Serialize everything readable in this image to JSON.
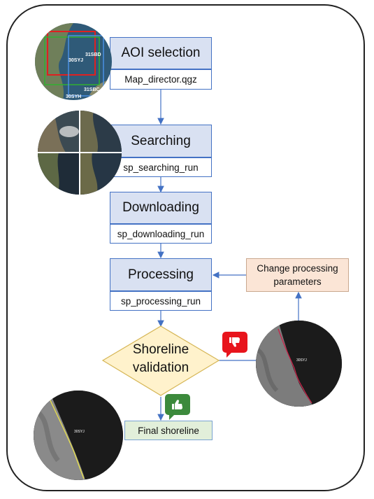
{
  "stages": {
    "aoi": {
      "label": "AOI selection",
      "cmd": "Map_director.qgz"
    },
    "searching": {
      "label": "Searching",
      "cmd": "sp_searching_run"
    },
    "downloading": {
      "label": "Downloading",
      "cmd": "sp_downloading_run"
    },
    "processing": {
      "label": "Processing",
      "cmd": "sp_processing_run"
    },
    "validation": {
      "label_line1": "Shoreline",
      "label_line2": "validation"
    },
    "change": {
      "label_line1": "Change processing",
      "label_line2": "parameters"
    },
    "final": {
      "label": "Final shoreline"
    }
  },
  "map_labels": {
    "tile1": "30SYJ",
    "tile2": "31SBD",
    "tile3": "30SYH",
    "tile4": "31SBC"
  },
  "thumbnail_labels": {
    "validation_tile": "30SYJ",
    "final_tile": "30SYJ"
  },
  "icons": {
    "thumbs_down": "thumbs-down-icon",
    "thumbs_up": "thumbs-up-icon"
  },
  "colors": {
    "stage_fill": "#d9e1f2",
    "stage_border": "#4472c4",
    "arrow": "#4472c4",
    "diamond_fill": "#fff2cc",
    "diamond_border": "#d6b656",
    "change_fill": "#fbe5d6",
    "final_fill": "#e2efda",
    "thumbs_down": "#e8141c",
    "thumbs_up": "#3c8a3c"
  }
}
